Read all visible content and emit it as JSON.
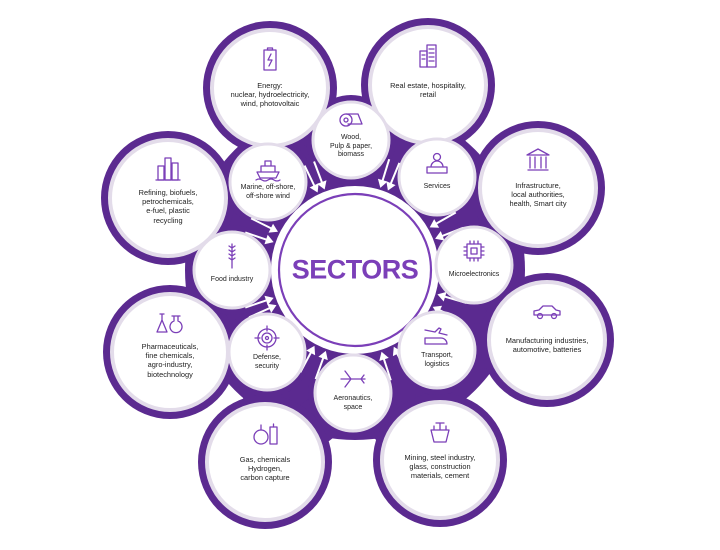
{
  "center": {
    "title": "SECTORS"
  },
  "colors": {
    "primary": "#5b2a90",
    "accent": "#7b3fb8",
    "ring": "#e3dcea"
  },
  "outer_sectors": [
    {
      "label": "Energy:\nnuclear, hydroelectricity,\nwind, photovoltaic",
      "icon": "battery-bolt-icon"
    },
    {
      "label": "Real estate, hospitality,\nretail",
      "icon": "buildings-icon"
    },
    {
      "label": "Infrastructure,\nlocal authorities,\nhealth, Smart city",
      "icon": "columns-building-icon"
    },
    {
      "label": "Manufacturing industries,\nautomotive, batteries",
      "icon": "car-icon"
    },
    {
      "label": "Mining, steel industry,\nglass, construction\nmaterials, cement",
      "icon": "ladle-icon"
    },
    {
      "label": "Gas, chemicals\nHydrogen,\ncarbon capture",
      "icon": "gas-tanks-icon"
    },
    {
      "label": "Pharmaceuticals,\nfine chemicals,\nagro-industry,\nbiotechnology",
      "icon": "flasks-icon"
    },
    {
      "label": "Refining, biofuels,\npetrochemicals,\ne-fuel, plastic\nrecycling",
      "icon": "refinery-icon"
    }
  ],
  "inner_sectors": [
    {
      "label": "Wood,\nPulp & paper,\nbiomass",
      "icon": "paper-roll-icon"
    },
    {
      "label": "Services",
      "icon": "person-desk-icon"
    },
    {
      "label": "Microelectronics",
      "icon": "chip-icon"
    },
    {
      "label": "Transport,\nlogistics",
      "icon": "train-plane-icon"
    },
    {
      "label": "Aeronautics,\nspace",
      "icon": "airplane-icon"
    },
    {
      "label": "Defense,\nsecurity",
      "icon": "target-icon"
    },
    {
      "label": "Food industry",
      "icon": "wheat-icon"
    },
    {
      "label": "Marine, off-shore,\noff-shore wind",
      "icon": "ship-icon"
    }
  ]
}
